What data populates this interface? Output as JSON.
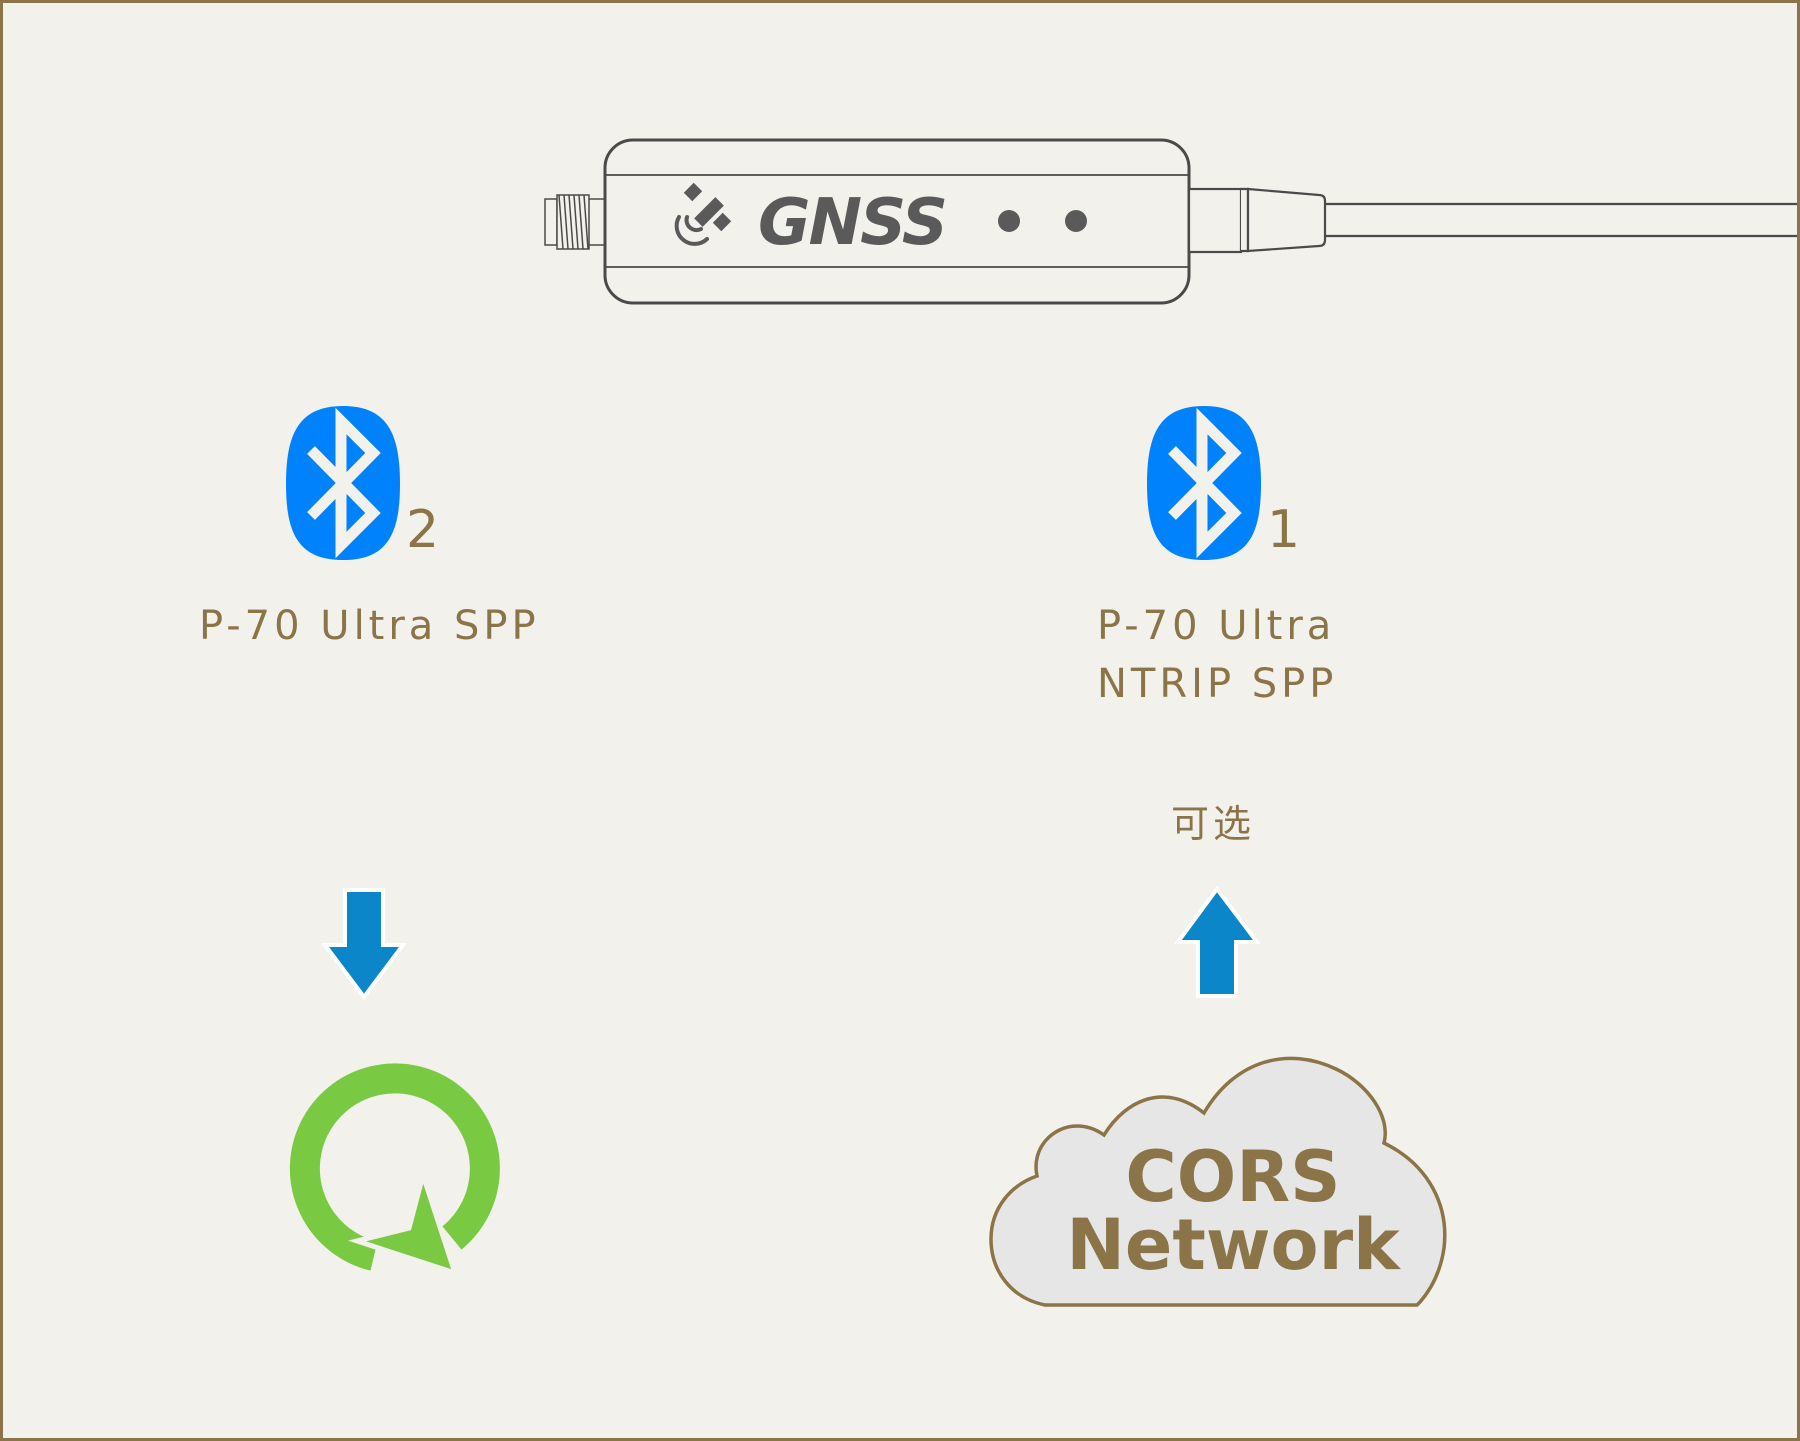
{
  "device": {
    "brand_text": "GNSS",
    "logo_icon": "gnss-satellite-logo-icon"
  },
  "left": {
    "bluetooth_icon": "bluetooth-icon",
    "subscript": "2",
    "label": "P-70 Ultra SPP",
    "arrow_icon": "arrow-down-icon",
    "app_icon": "qfield-app-icon"
  },
  "right": {
    "bluetooth_icon": "bluetooth-icon",
    "subscript": "1",
    "label_line1": "P-70 Ultra",
    "label_line2": "NTRIP SPP",
    "optional_label": "可选",
    "arrow_icon": "arrow-up-icon",
    "cloud_icon": "cloud-icon",
    "cloud_line1": "CORS",
    "cloud_line2": "Network"
  },
  "colors": {
    "background": "#f2f1ec",
    "border": "#8b7447",
    "text": "#8b7447",
    "bluetooth": "#0082fc",
    "arrow": "#0a86c9",
    "app": "#7ac943",
    "device_stroke": "#4a4a4a",
    "cloud_fill": "#e6e6e6"
  }
}
